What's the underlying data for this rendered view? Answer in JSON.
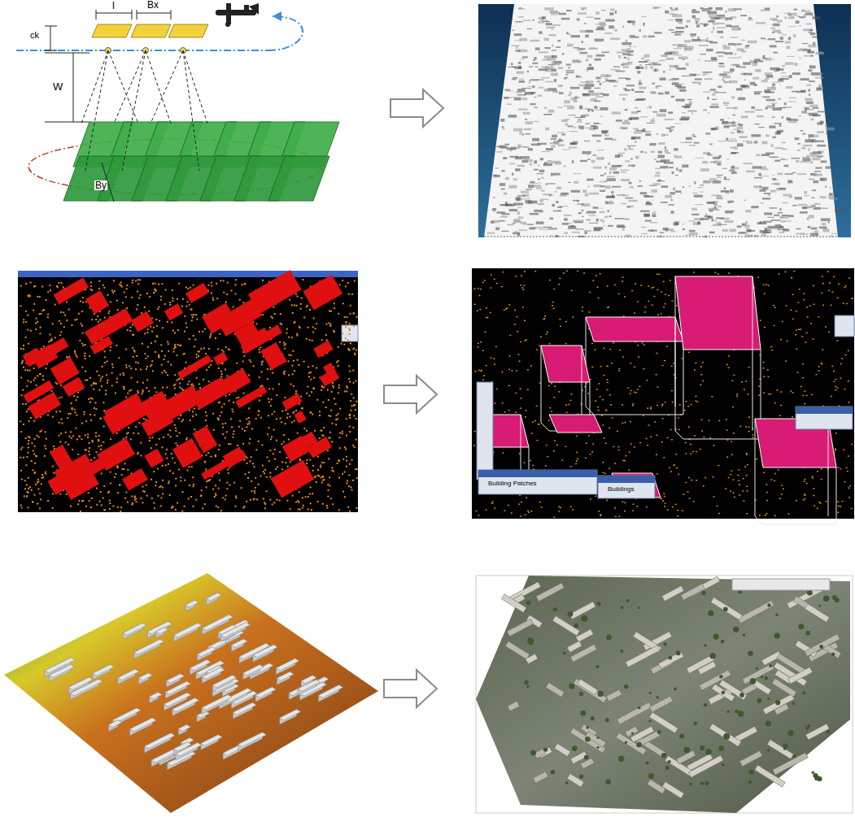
{
  "diagram": {
    "labels": [
      "l",
      "Bx",
      "ck",
      "W",
      "By",
      "Building Patches",
      "Buildings"
    ]
  }
}
